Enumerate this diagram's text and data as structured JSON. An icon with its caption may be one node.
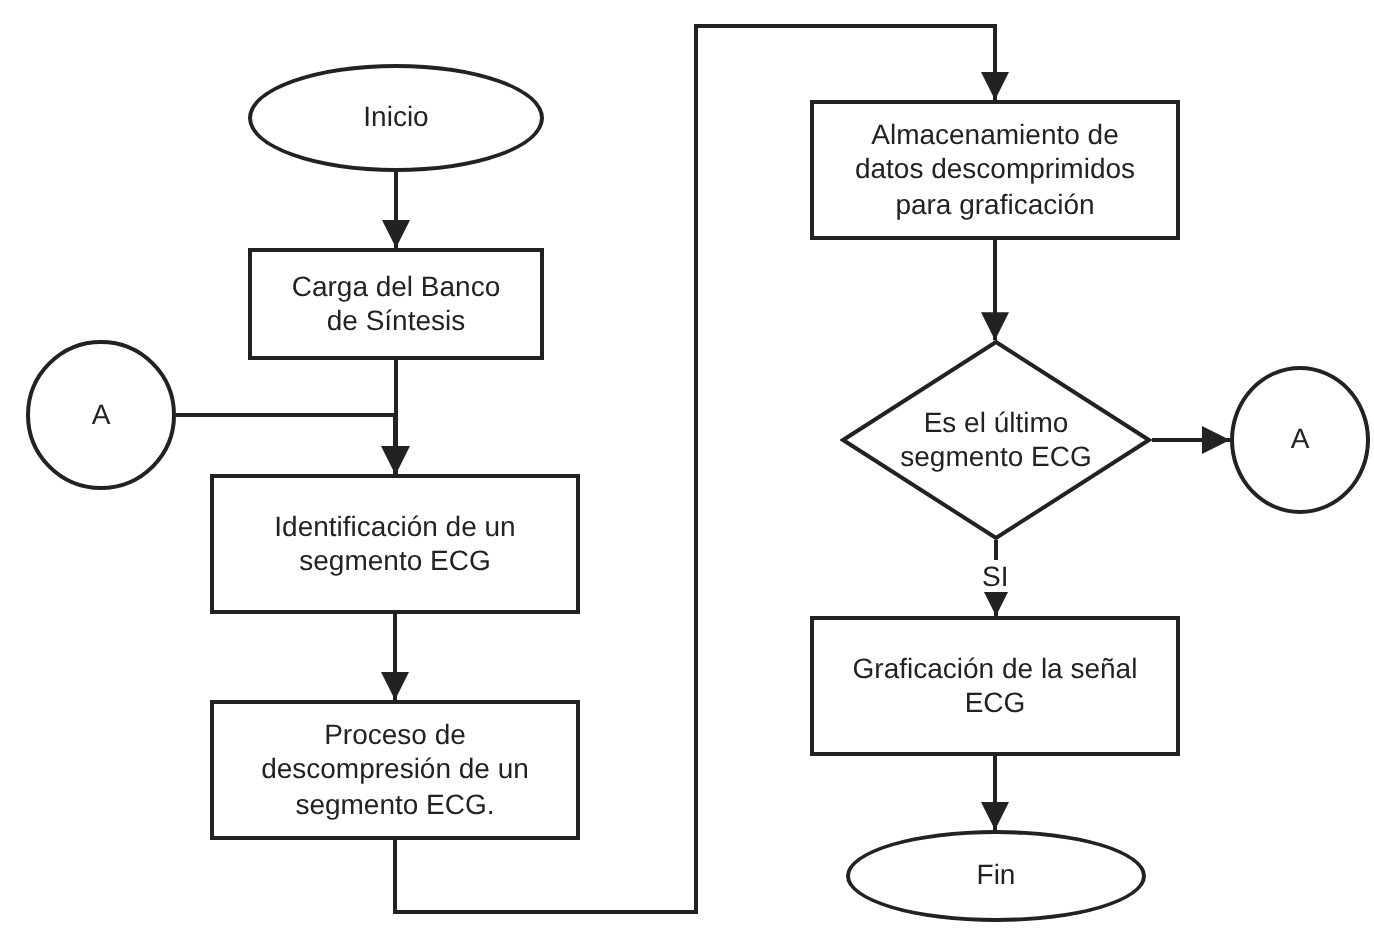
{
  "diagram": {
    "nodes": [
      {
        "text": [
          "Inicio"
        ]
      },
      {
        "text": [
          "Carga del Banco de Síntesis"
        ]
      },
      {
        "text": [
          "A"
        ]
      },
      {
        "text": [
          "Identificación de un segmento ECG"
        ]
      },
      {
        "text": [
          "Proceso de descompresión de un segmento ECG."
        ]
      },
      {
        "text": [
          "Almacenamiento de datos descomprimidos para graficación"
        ]
      },
      {
        "text": [
          "Es el último segmento ECG"
        ]
      },
      {
        "text": [
          "A"
        ]
      },
      {
        "text": [
          "Graficación de la señal ECG"
        ]
      },
      {
        "text": [
          "Fin"
        ]
      }
    ],
    "edges": [
      {
        "from": 0,
        "to": 1,
        "arrow": "to"
      },
      {
        "from": 1,
        "to": 3,
        "arrow": "to"
      },
      {
        "from": 2,
        "to": 3,
        "arrow": "to"
      },
      {
        "from": 3,
        "to": 4,
        "arrow": "to"
      },
      {
        "from": 4,
        "to": 5,
        "arrow": "to"
      },
      {
        "from": 5,
        "to": 6,
        "arrow": "to"
      },
      {
        "from": 6,
        "to": 7,
        "arrow": "to"
      },
      {
        "from": 6,
        "to": 8,
        "arrow": "to",
        "label": "SI"
      },
      {
        "from": 8,
        "to": 9,
        "arrow": "to"
      }
    ]
  }
}
